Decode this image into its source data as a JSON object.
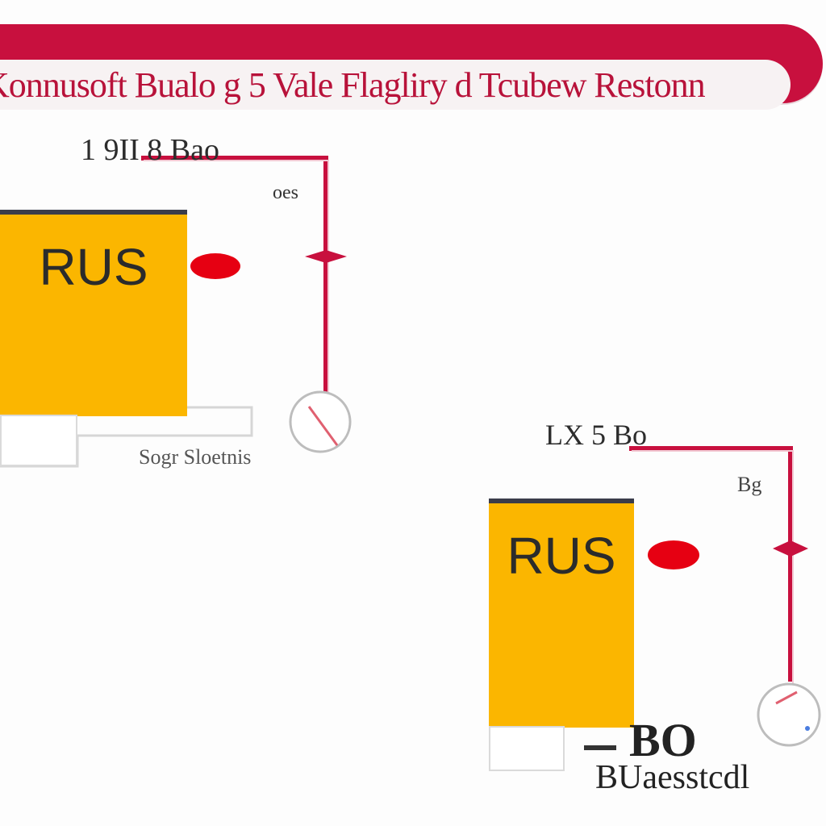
{
  "header": {
    "title": "Konnusoft Bualo g 5 Vale Flagliry d Tcubew Restonn"
  },
  "panels": [
    {
      "id": "top-left",
      "block_label": "RUS",
      "top_label": "1 9II 8 Bao",
      "side_label": "oes",
      "bottom_label": "Sogr Sloetnis"
    },
    {
      "id": "bottom-right",
      "block_label": "RUS",
      "top_label": "LX 5 Bo",
      "side_label": "Bg",
      "bottom_label_main": "BO",
      "bottom_label_sub": "BUaesstcdl"
    }
  ],
  "colors": {
    "banner": "#c8103e",
    "block": "#fbb600",
    "block_border": "#3a3c4a",
    "wire": "#c8103e",
    "dot": "#e60012"
  }
}
